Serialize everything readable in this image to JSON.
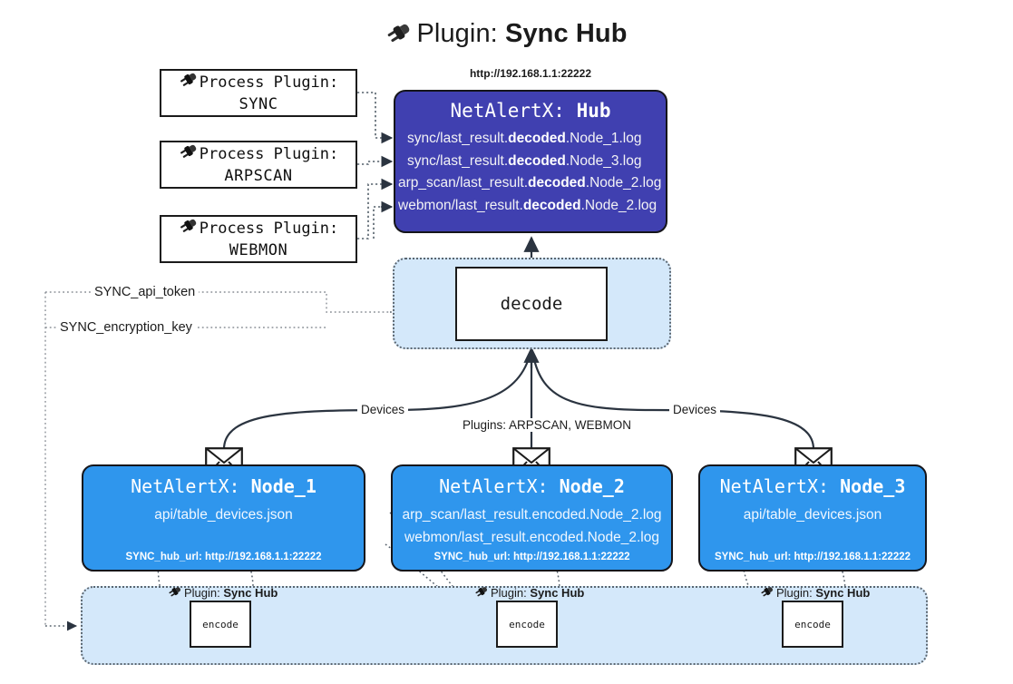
{
  "title": {
    "icon": "plug-icon",
    "prefix": "Plugin:",
    "name": "Sync Hub"
  },
  "process_plugins": [
    {
      "icon": "plug-icon",
      "label": "Process Plugin:",
      "name": "SYNC"
    },
    {
      "icon": "plug-icon",
      "label": "Process Plugin:",
      "name": "ARPSCAN"
    },
    {
      "icon": "plug-icon",
      "label": "Process Plugin:",
      "name": "WEBMON"
    }
  ],
  "hub": {
    "url": "http://192.168.1.1:22222",
    "title_prefix": "NetAlertX:",
    "title_name": "Hub",
    "lines": [
      {
        "pre": "sync/last_result.",
        "strong": "decoded",
        "post": ".Node_1.log"
      },
      {
        "pre": "sync/last_result.",
        "strong": "decoded",
        "post": ".Node_3.log"
      },
      {
        "pre": "arp_scan/last_result.",
        "strong": "decoded",
        "post": ".Node_2.log"
      },
      {
        "pre": "webmon/last_result.",
        "strong": "decoded",
        "post": ".Node_2.log"
      }
    ]
  },
  "decode": {
    "label": "decode"
  },
  "keys": {
    "api_token": "SYNC_api_token",
    "encryption_key": "SYNC_encryption_key"
  },
  "edges": {
    "devices_left": "Devices",
    "devices_right": "Devices",
    "plugins_center": "Plugins: ARPSCAN, WEBMON"
  },
  "nodes": [
    {
      "title_prefix": "NetAlertX:",
      "title_name": "Node_1",
      "lines": [
        "api/table_devices.json"
      ],
      "footer": "SYNC_hub_url: http://192.168.1.1:22222",
      "plugin_tag_prefix": "Plugin:",
      "plugin_tag_name": "Sync Hub",
      "encode_label": "encode",
      "icon": "envelope-icon"
    },
    {
      "title_prefix": "NetAlertX:",
      "title_name": "Node_2",
      "lines": [
        "arp_scan/last_result.encoded.Node_2.log",
        "webmon/last_result.encoded.Node_2.log"
      ],
      "footer": "SYNC_hub_url: http://192.168.1.1:22222",
      "plugin_tag_prefix": "Plugin:",
      "plugin_tag_name": "Sync Hub",
      "encode_label": "encode",
      "icon": "envelope-icon"
    },
    {
      "title_prefix": "NetAlertX:",
      "title_name": "Node_3",
      "lines": [
        "api/table_devices.json"
      ],
      "footer": "SYNC_hub_url: http://192.168.1.1:22222",
      "plugin_tag_prefix": "Plugin:",
      "plugin_tag_name": "Sync Hub",
      "encode_label": "encode",
      "icon": "envelope-icon"
    }
  ],
  "colors": {
    "hub_fill": "#4040b0",
    "node_fill": "#2f96ed",
    "container_fill": "#d4e8fa",
    "stroke": "#15151a",
    "dotted": "#5b6670"
  }
}
